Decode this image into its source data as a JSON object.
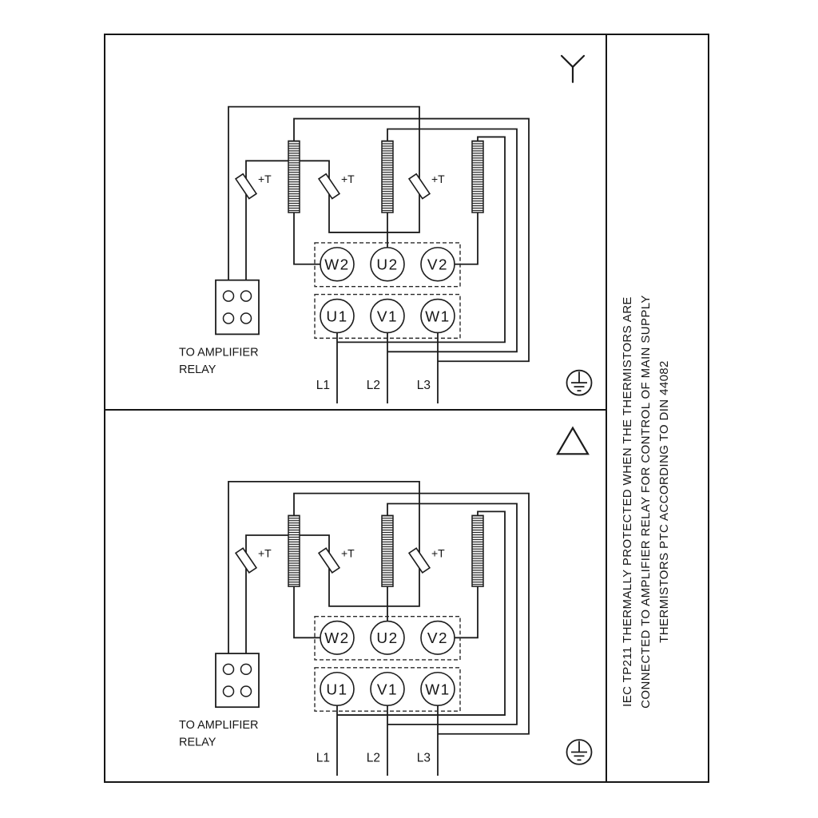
{
  "side_note": {
    "lines": [
      "IEC TP211 THERMALLY PROTECTED WHEN THE THERMISTORS ARE",
      "CONNECTED TO AMPLIFIER RELAY FOR CONTROL OF MAIN SUPPLY",
      "THERMISTORS PTC ACCORDING TO DIN 44082"
    ]
  },
  "panels": [
    {
      "connection": "star",
      "connection_icon": "star-connection-icon",
      "thermistor_label": "+T",
      "terminals": {
        "top_row": [
          "W2",
          "U2",
          "V2"
        ],
        "bottom_row": [
          "U1",
          "V1",
          "W1"
        ]
      },
      "supply_labels": [
        "L1",
        "L2",
        "L3"
      ],
      "relay_caption": [
        "TO AMPLIFIER",
        "RELAY"
      ]
    },
    {
      "connection": "delta",
      "connection_icon": "delta-connection-icon",
      "thermistor_label": "+T",
      "terminals": {
        "top_row": [
          "W2",
          "U2",
          "V2"
        ],
        "bottom_row": [
          "U1",
          "V1",
          "W1"
        ]
      },
      "supply_labels": [
        "L1",
        "L2",
        "L3"
      ],
      "relay_caption": [
        "TO AMPLIFIER",
        "RELAY"
      ]
    }
  ],
  "icons": {
    "ground": "earth-ground-icon",
    "star": "star-connection-icon",
    "delta": "delta-connection-icon"
  },
  "colors": {
    "line": "#1c1c1c",
    "background": "#ffffff"
  }
}
